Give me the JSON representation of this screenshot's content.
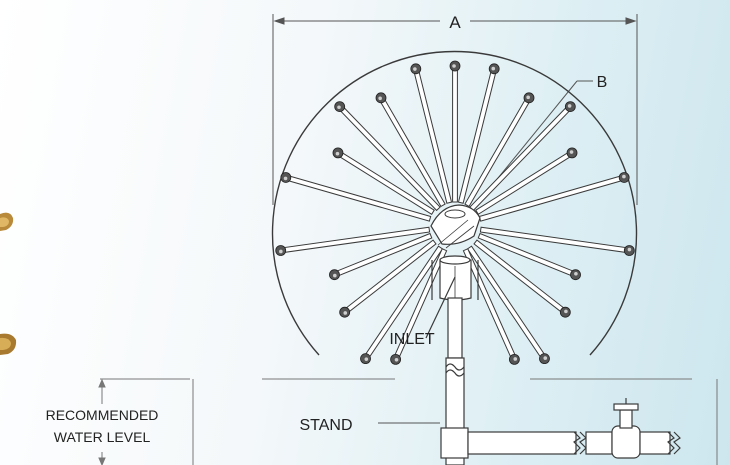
{
  "diagram": {
    "dimension_label": "A",
    "callout_label": "B",
    "inlet_label": "INLET",
    "stand_label": "STAND",
    "water_level_label_line1": "RECOMMENDED",
    "water_level_label_line2": "WATER LEVEL"
  },
  "colors": {
    "line": "#3a3a3a",
    "nozzle": "#555555",
    "brass": "#b88a3a"
  }
}
